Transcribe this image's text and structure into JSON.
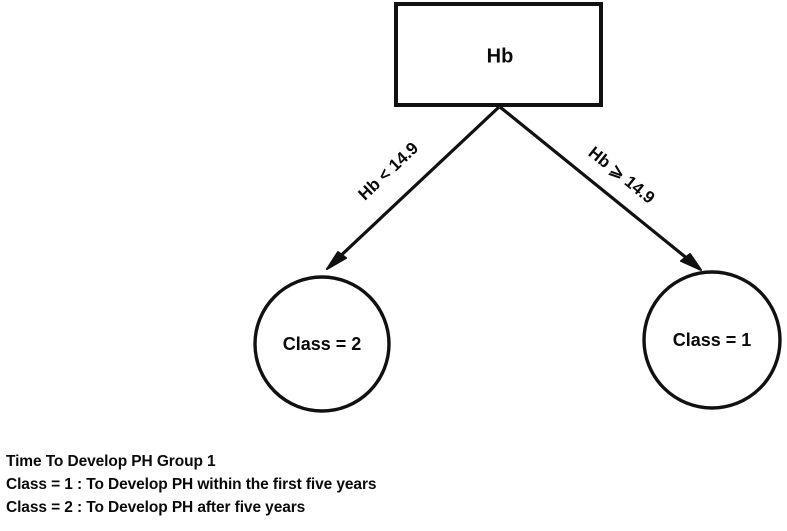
{
  "figure": {
    "background_color": "#ffffff",
    "line_color": "#111111",
    "text_color": "#0a0a0a"
  },
  "tree": {
    "root": {
      "label": "Hb",
      "shape": "rectangle"
    },
    "edges": [
      {
        "label": "Hb < 14.9",
        "direction": "left"
      },
      {
        "label": "Hb ⩾ 14.9",
        "direction": "right"
      }
    ],
    "leaves": [
      {
        "label": "Class = 2",
        "shape": "circle",
        "position": "left"
      },
      {
        "label": "Class = 1",
        "shape": "circle",
        "position": "right"
      }
    ]
  },
  "caption": {
    "lines": [
      "Time To Develop PH Group 1",
      "Class = 1 : To Develop PH within the first five years",
      "Class = 2 : To Develop PH after five years"
    ]
  }
}
